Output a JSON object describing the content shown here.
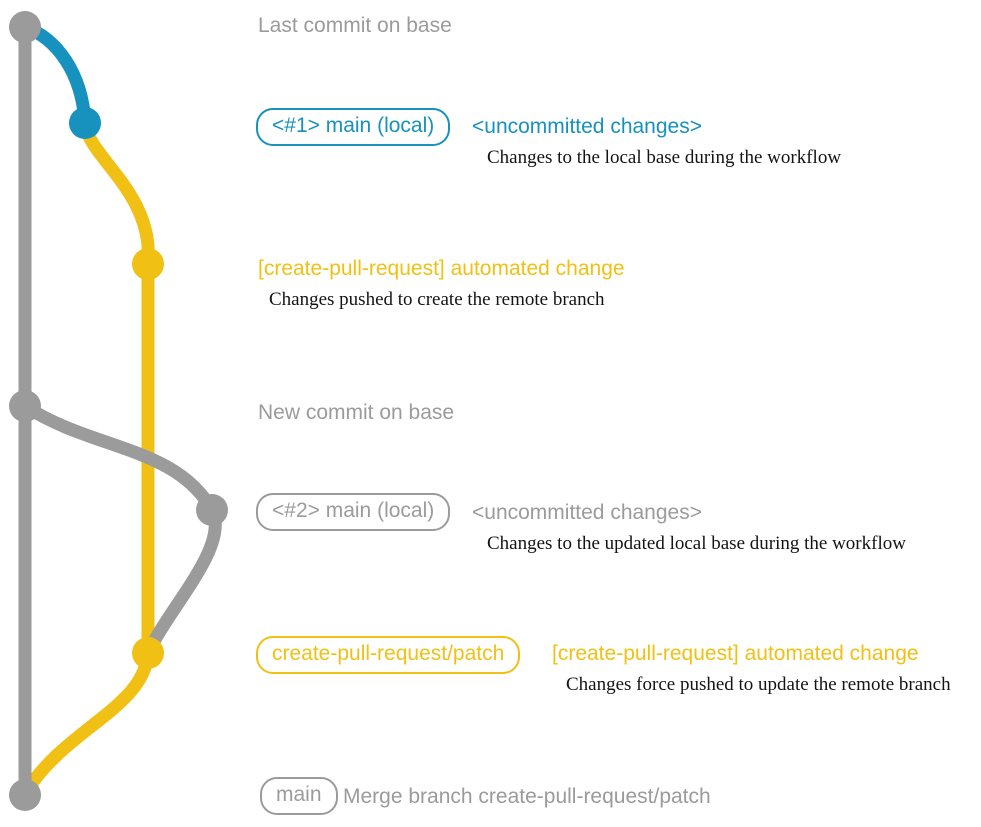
{
  "colors": {
    "gray": "#9b9b9b",
    "blue": "#1791bd",
    "yellow": "#f0c114",
    "caption": "#141414",
    "background": "#ffffff"
  },
  "graph": {
    "branches": [
      {
        "name": "base",
        "color_key": "gray"
      },
      {
        "name": "main (local)",
        "color_key": "blue"
      },
      {
        "name": "create-pull-request/patch",
        "color_key": "yellow"
      }
    ],
    "commits": [
      {
        "name": "last-commit-on-base",
        "color_key": "gray"
      },
      {
        "name": "main-local-1-uncommitted-changes",
        "color_key": "blue"
      },
      {
        "name": "automated-change-push",
        "color_key": "yellow"
      },
      {
        "name": "new-commit-on-base",
        "color_key": "gray"
      },
      {
        "name": "main-local-2-uncommitted-changes",
        "color_key": "gray"
      },
      {
        "name": "automated-change-force-push",
        "color_key": "yellow"
      },
      {
        "name": "merge-commit",
        "color_key": "gray"
      }
    ]
  },
  "annotations": {
    "last_commit": "Last commit on base",
    "row1": {
      "badge": "<#1> main (local)",
      "title": "<uncommitted changes>",
      "caption": "Changes to the local base during the workflow"
    },
    "row2": {
      "title": "[create-pull-request] automated change",
      "caption": "Changes pushed to create the remote branch"
    },
    "new_commit": "New commit on base",
    "row3": {
      "badge": "<#2> main (local)",
      "title": "<uncommitted changes>",
      "caption": "Changes to the updated local base during the workflow"
    },
    "row4": {
      "badge": "create-pull-request/patch",
      "title": "[create-pull-request] automated change",
      "caption": "Changes force pushed to update the remote branch"
    },
    "row5": {
      "badge": "main",
      "title": "Merge branch create-pull-request/patch"
    }
  }
}
